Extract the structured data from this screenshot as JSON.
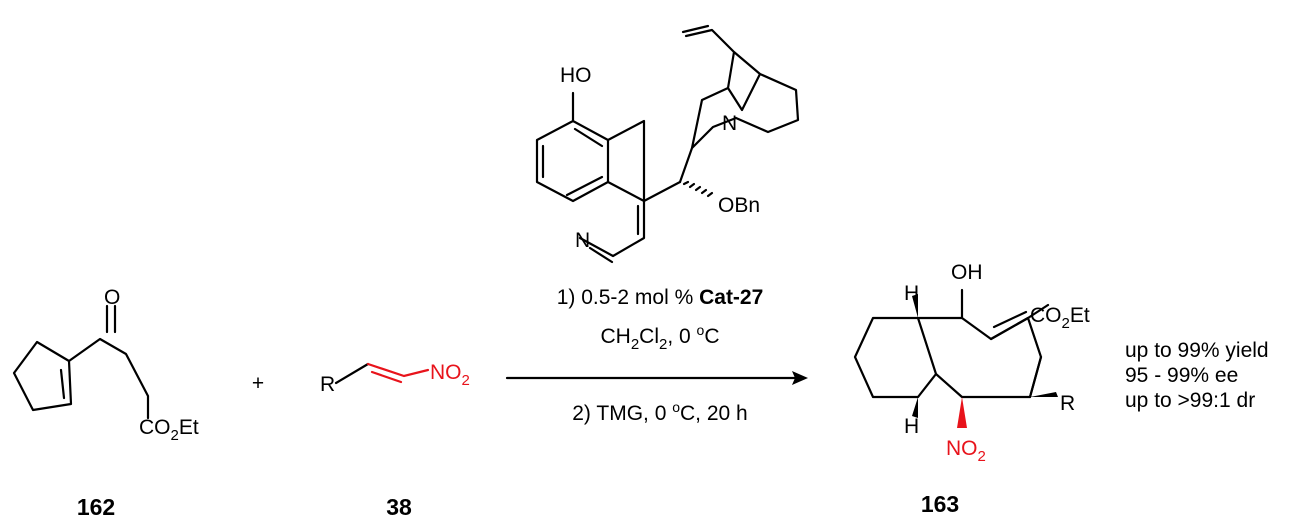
{
  "compounds": {
    "c162": {
      "number": "162",
      "oxygen": "O",
      "ester": "CO",
      "ester_sub": "2",
      "ester_tail": "Et"
    },
    "c38": {
      "number": "38",
      "r_group": "R",
      "nitro": "NO",
      "nitro_sub": "2"
    },
    "c163": {
      "number": "163",
      "hydroxyl": "OH",
      "ester": "CO",
      "ester_sub": "2",
      "ester_tail": "Et",
      "r_group": "R",
      "nitro": "NO",
      "nitro_sub": "2",
      "h_top": "H",
      "h_bottom": "H"
    }
  },
  "plus": "+",
  "catalyst": {
    "hydroxyl": "HO",
    "nitrogen_ring": "N",
    "nitrogen_bridge": "N",
    "ether": "OBn"
  },
  "conditions": {
    "step1_prefix": "1) 0.5-2 mol % ",
    "step1_catalyst": "Cat-27",
    "solvent_a": "CH",
    "solvent_sub1": "2",
    "solvent_b": "Cl",
    "solvent_sub2": "2",
    "solvent_c": ", 0 ",
    "solvent_deg": "o",
    "solvent_d": "C",
    "step2_a": "2) TMG, 0 ",
    "step2_deg": "o",
    "step2_b": "C, 20 h"
  },
  "results": [
    "up to 99% yield",
    "95 - 99% ee",
    "up to >99:1 dr"
  ],
  "colors": {
    "highlight": "#e8131b",
    "ink": "#000000"
  }
}
